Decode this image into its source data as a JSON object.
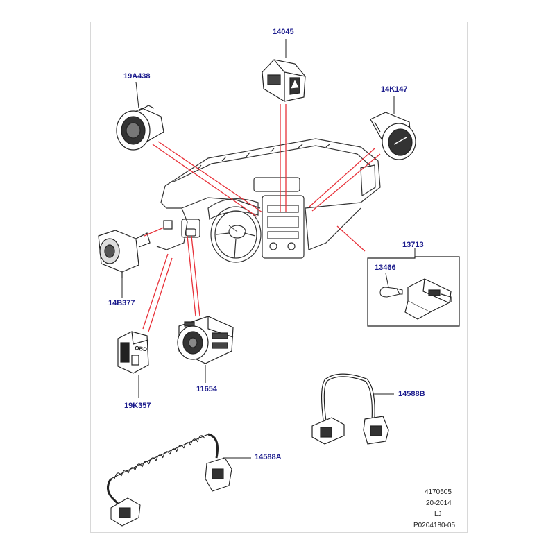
{
  "callouts": {
    "c14045": "14045",
    "c19A438": "19A438",
    "c14K147": "14K147",
    "c13713": "13713",
    "c13466": "13466",
    "c14B377": "14B377",
    "c11654": "11654",
    "c19K357": "19K357",
    "c14588B": "14588B",
    "c14588A": "14588A"
  },
  "part_labels": {
    "obd_text": "OBD"
  },
  "footer": {
    "line1": "4170505",
    "line2": "20-2014",
    "line3": "LJ",
    "line4": "P0204180-05"
  },
  "colors": {
    "leader_red": "#e8323a",
    "callout_blue": "#1a1a8c",
    "line_dark": "#222222"
  }
}
